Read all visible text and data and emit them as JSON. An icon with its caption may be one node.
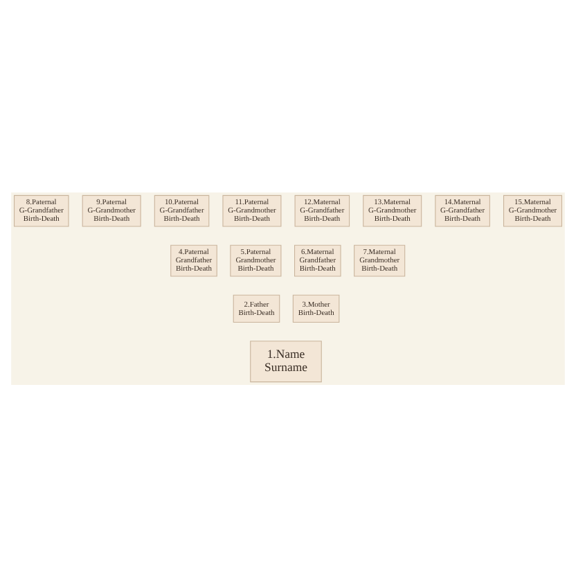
{
  "diagram": {
    "nodes": [
      {
        "text": [
          "8.Paternal G-Grandfather Birth-Death"
        ]
      },
      {
        "text": [
          "9.Paternal G-Grandmother Birth-Death"
        ]
      },
      {
        "text": [
          "10.Paternal G-Grandfather Birth-Death"
        ]
      },
      {
        "text": [
          "11.Paternal G-Grandmother Birth-Death"
        ]
      },
      {
        "text": [
          "12.Maternal G-Grandfather Birth-Death"
        ]
      },
      {
        "text": [
          "13.Maternal G-Grandmother Birth-Death"
        ]
      },
      {
        "text": [
          "14.Maternal G-Grandfather Birth-Death"
        ]
      },
      {
        "text": [
          "15.Maternal G-Grandmother Birth-Death"
        ]
      },
      {
        "text": [
          "4.Paternal Grandfather Birth-Death"
        ]
      },
      {
        "text": [
          "5.Paternal Grandmother Birth-Death"
        ]
      },
      {
        "text": [
          "6.Maternal Grandfather Birth-Death"
        ]
      },
      {
        "text": [
          "7.Maternal Grandmother Birth-Death"
        ]
      },
      {
        "text": [
          "2.Father Birth-Death"
        ]
      },
      {
        "text": [
          "3.Mother Birth-Death"
        ]
      },
      {
        "text": [
          "1.Name Surname"
        ]
      }
    ],
    "edges": []
  }
}
